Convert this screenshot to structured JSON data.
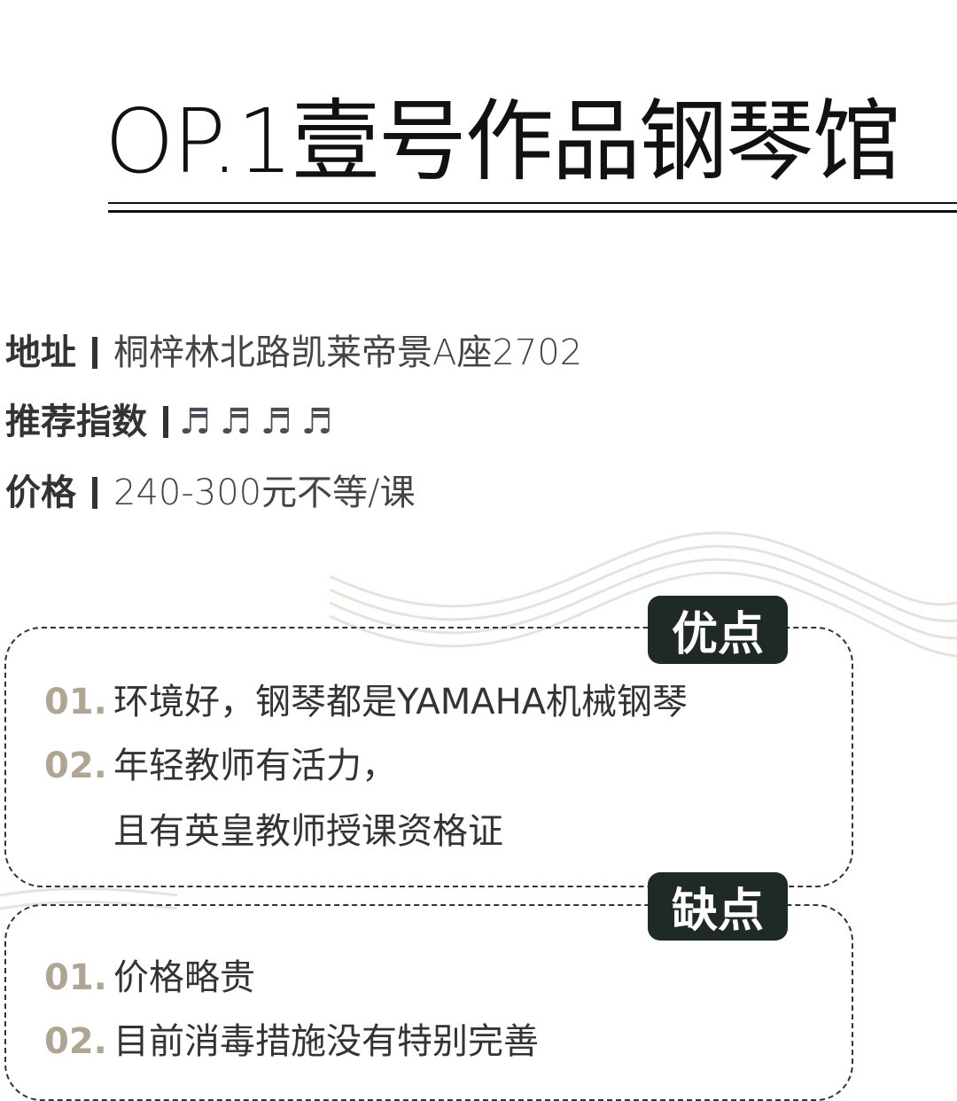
{
  "title": "OP.1壹号作品钢琴馆",
  "info": [
    {
      "label": "地址",
      "value": "桐梓林北路凯莱帝景A座2702"
    },
    {
      "label": "推荐指数",
      "rating": 4,
      "icon": "music-note-icon"
    },
    {
      "label": "价格",
      "value": "240-300元不等/课"
    }
  ],
  "pros": {
    "badge": "优点",
    "items": [
      {
        "num": "01.",
        "lines": [
          "环境好，钢琴都是YAMAHA机械钢琴"
        ]
      },
      {
        "num": "02.",
        "lines": [
          "年轻教师有活力，",
          "且有英皇教师授课资格证"
        ]
      }
    ]
  },
  "cons": {
    "badge": "缺点",
    "items": [
      {
        "num": "01.",
        "lines": [
          "价格略贵"
        ]
      },
      {
        "num": "02.",
        "lines": [
          "目前消毒措施没有特别完善"
        ]
      }
    ]
  },
  "colors": {
    "badge": "#1f2a27",
    "number": "#b0a593",
    "wave": "#e6e3de"
  }
}
